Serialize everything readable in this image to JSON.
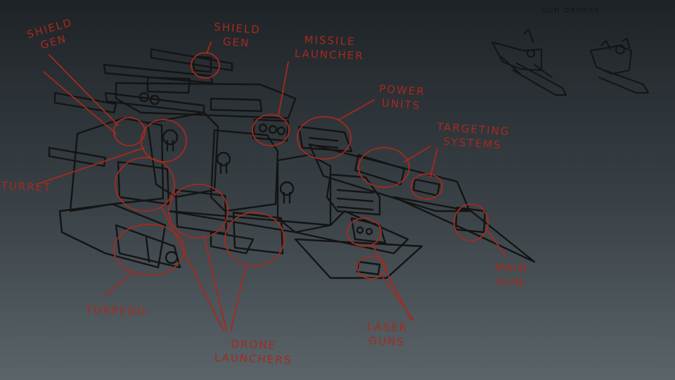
{
  "labels": {
    "shield_gen_left": "SHIELD\nGEN",
    "shield_gen_top": "SHIELD\nGEN",
    "missile_launcher": "MISSILE\nLAUNCHER",
    "power_units": "POWER\nUNITS",
    "targeting_systems": "TARGETING\nSYSTEMS",
    "turret": "TURRET",
    "torpedo": "TORPEDO",
    "drone_launchers": "DRONE\nLAUNCHERS",
    "laser_guns": "LASER\nGUNS",
    "main_gun": "MAIN\nGUN",
    "gun_drones": "GUN DRONES"
  },
  "colors": {
    "annotation": "#a52a1e",
    "linework": "#141414",
    "background_top": "#1e2327",
    "background_bottom": "#5a6469"
  }
}
